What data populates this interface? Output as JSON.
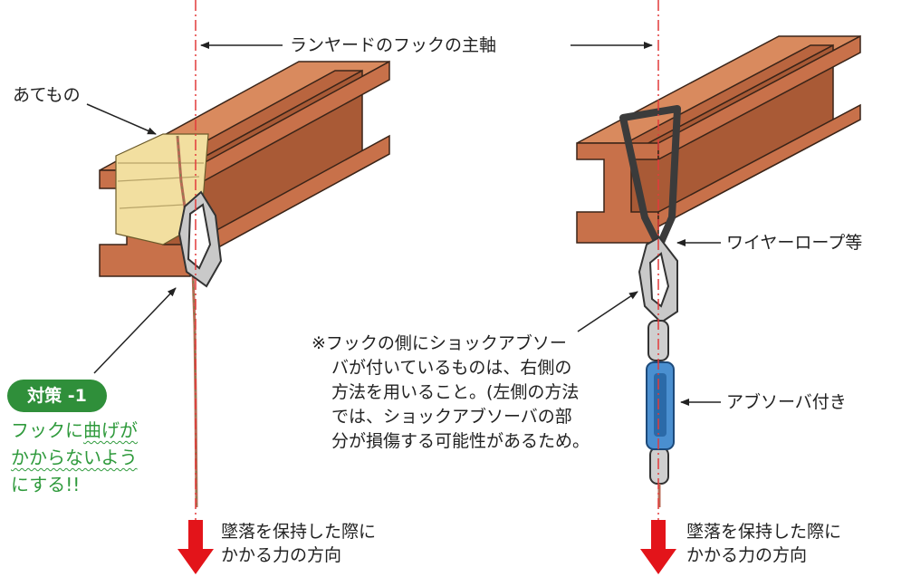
{
  "labels": {
    "axis": "ランヤードのフックの主軸",
    "pad": "あてもの",
    "wire": "ワイヤーロープ等",
    "absorber": "アブソーバ付き",
    "force_left": [
      "墜落を保持した際に",
      "かかる力の方向"
    ],
    "force_right": [
      "墜落を保持した際に",
      "かかる力の方向"
    ]
  },
  "note": [
    "※フックの側にショックアブソー",
    "バが付いているものは、右側の",
    "方法を用いること。(左側の方法",
    "では、ショックアブソーバの部",
    "分が損傷する可能性があるため。"
  ],
  "badge": "対策 -1",
  "advice": {
    "line1_pre": "フックに",
    "line1_wavy": "曲げが",
    "line2": "かからないよう",
    "line3": "にする!!"
  },
  "colors": {
    "beam": "#c8714a",
    "beam_dark": "#9a4f2e",
    "pad": "#f2dfa0",
    "axis_line": "#e23a3a",
    "force_arrow": "#e3141a",
    "absorber": "#4a8fd0",
    "badge": "#2f8f3a",
    "advice_text": "#2f9a3c",
    "rope": "#b86a55"
  }
}
